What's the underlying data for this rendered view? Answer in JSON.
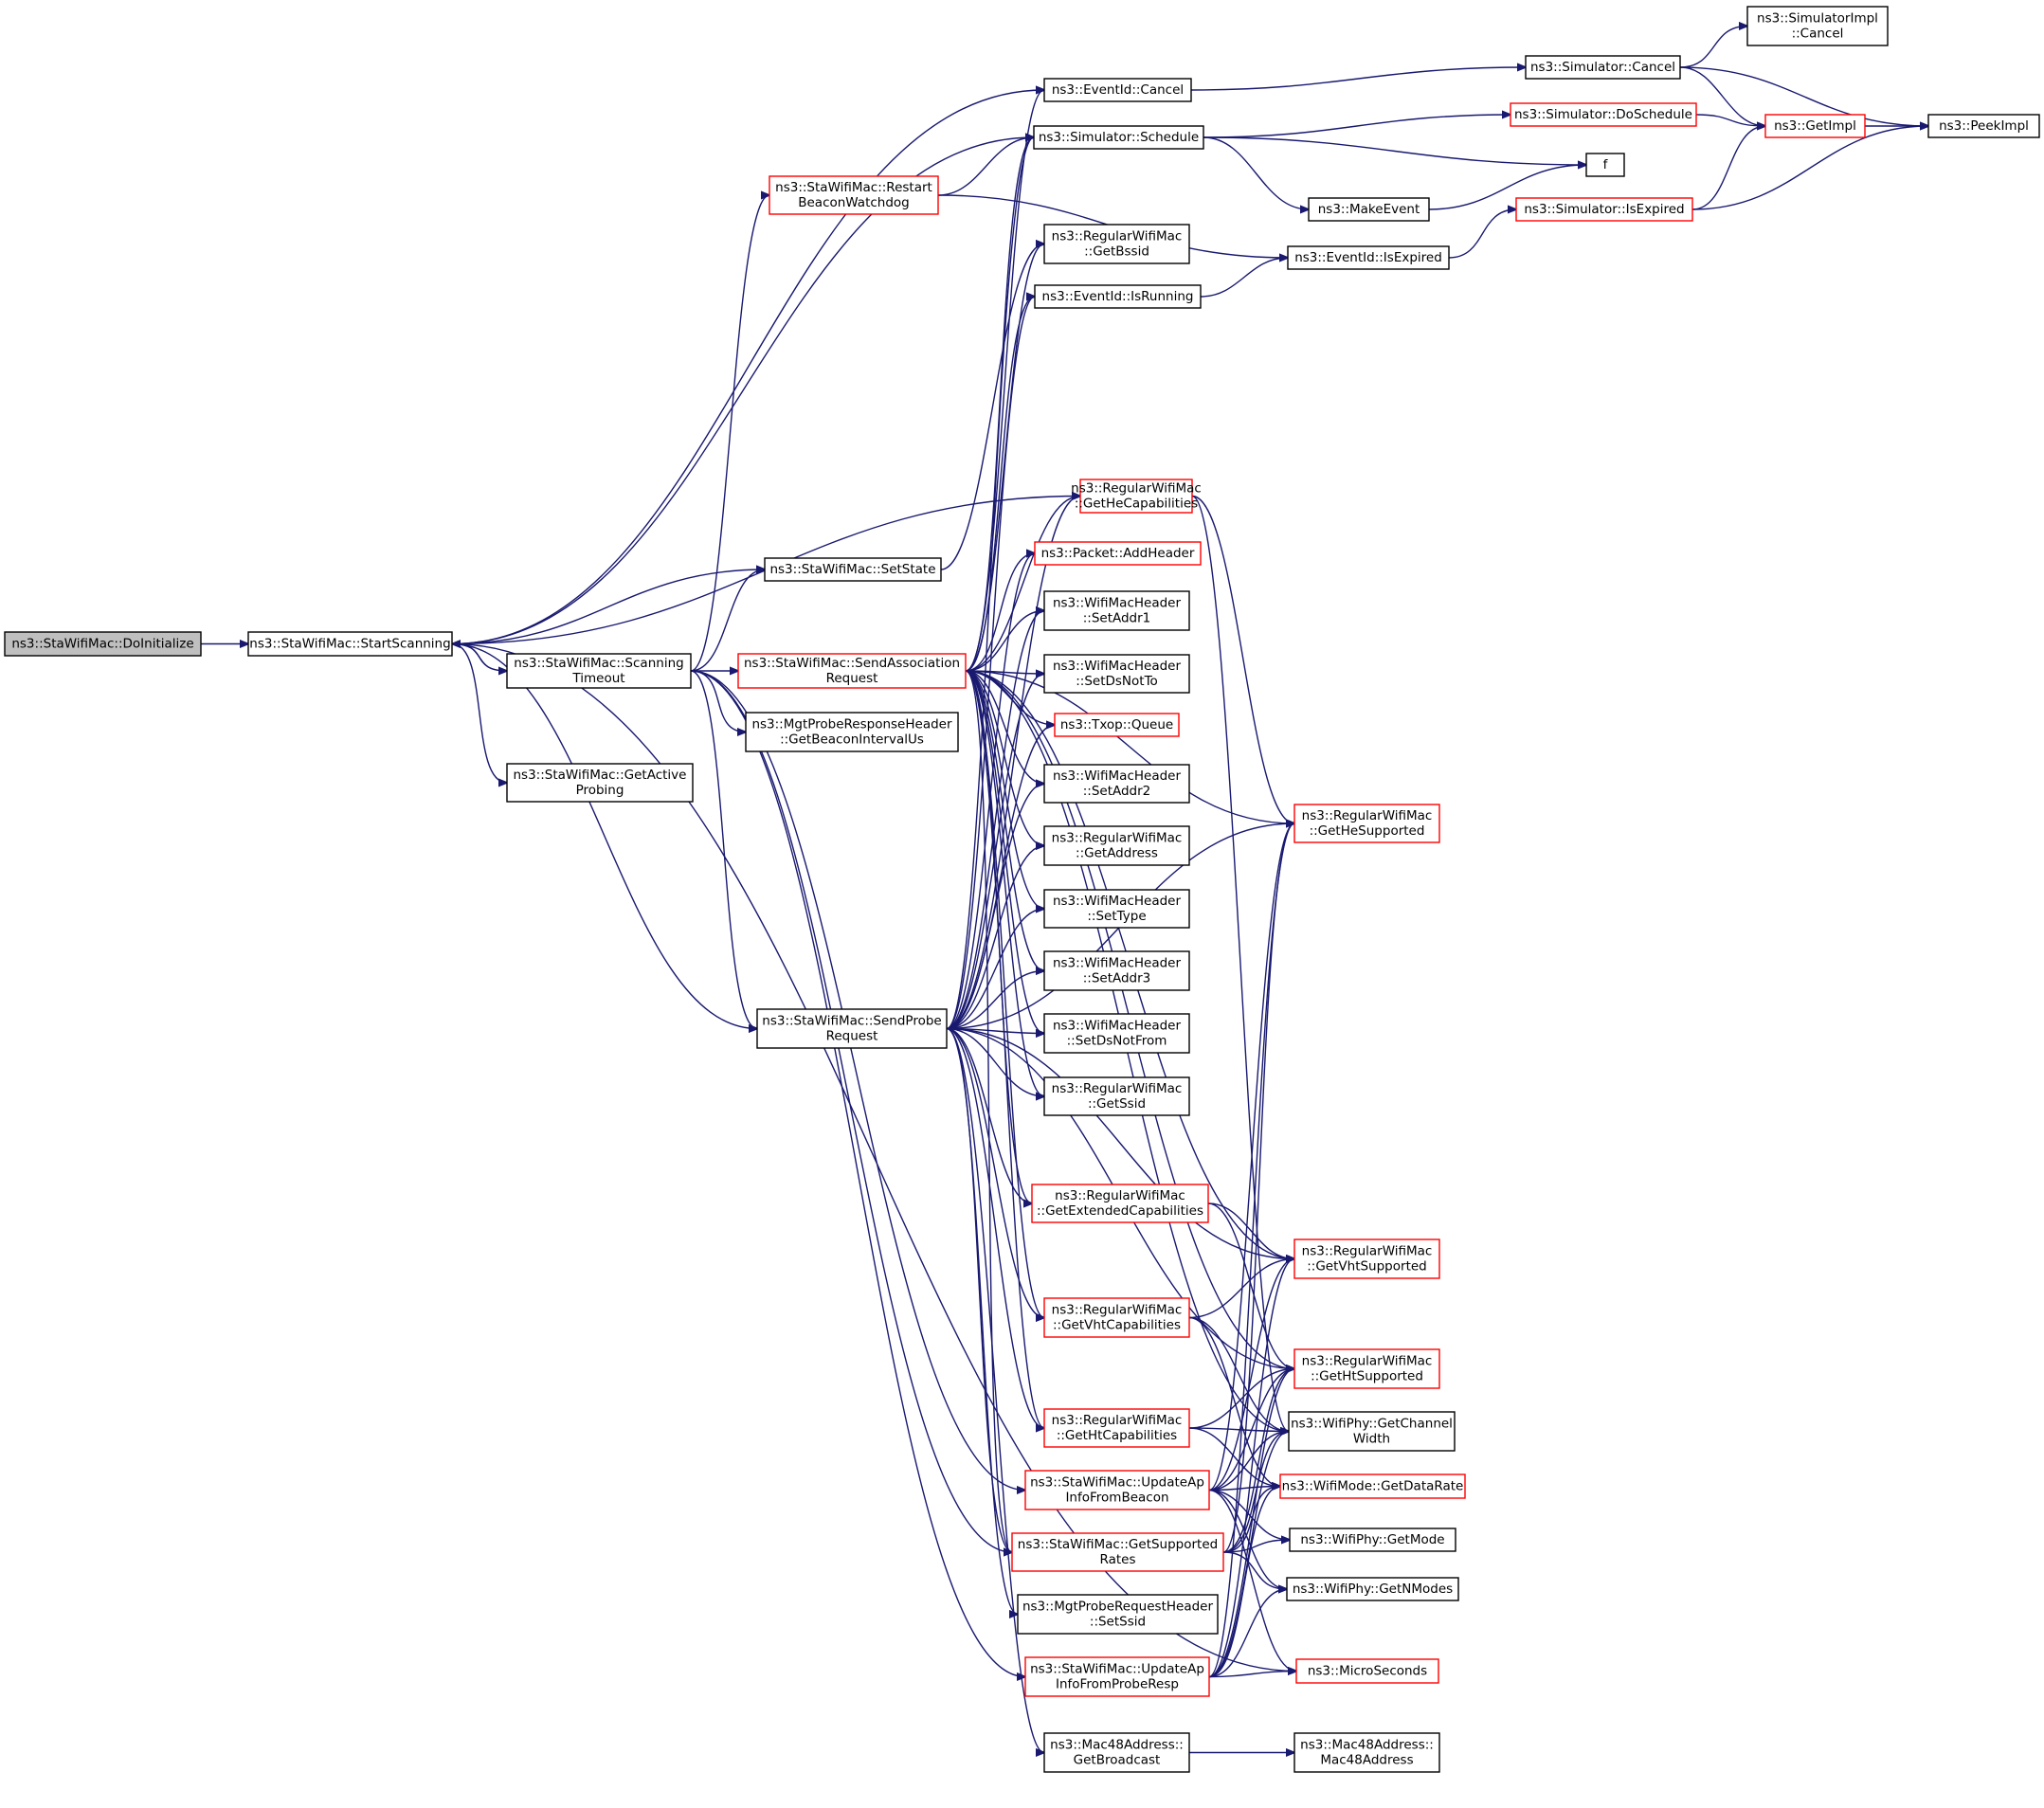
{
  "colors": {
    "edge": "#191970",
    "node_border": "#000000",
    "node_border_red": "#ff0000",
    "root_fill": "#bfbfbf",
    "background": "#ffffff"
  },
  "nodes": [
    {
      "id": "doinit",
      "lines": [
        "ns3::StaWifiMac::DoInitialize"
      ],
      "style": "root"
    },
    {
      "id": "start",
      "lines": [
        "ns3::StaWifiMac::StartScanning"
      ]
    },
    {
      "id": "scan",
      "lines": [
        "ns3::StaWifiMac::Scanning",
        "Timeout"
      ]
    },
    {
      "id": "getactive",
      "lines": [
        "ns3::StaWifiMac::GetActive",
        "Probing"
      ]
    },
    {
      "id": "restart",
      "lines": [
        "ns3::StaWifiMac::Restart",
        "BeaconWatchdog"
      ],
      "style": "red"
    },
    {
      "id": "setstate",
      "lines": [
        "ns3::StaWifiMac::SetState"
      ]
    },
    {
      "id": "sendassoc",
      "lines": [
        "ns3::StaWifiMac::SendAssociation",
        "Request"
      ],
      "style": "red"
    },
    {
      "id": "mgtbeacon",
      "lines": [
        "ns3::MgtProbeResponseHeader",
        "::GetBeaconIntervalUs"
      ]
    },
    {
      "id": "sendprobe",
      "lines": [
        "ns3::StaWifiMac::SendProbe",
        "Request"
      ]
    },
    {
      "id": "evcancel",
      "lines": [
        "ns3::EventId::Cancel"
      ]
    },
    {
      "id": "simsched",
      "lines": [
        "ns3::Simulator::Schedule"
      ]
    },
    {
      "id": "getbssid",
      "lines": [
        "ns3::RegularWifiMac",
        "::GetBssid"
      ]
    },
    {
      "id": "isrunning",
      "lines": [
        "ns3::EventId::IsRunning"
      ]
    },
    {
      "id": "gethecap",
      "lines": [
        "ns3::RegularWifiMac",
        "::GetHeCapabilities"
      ],
      "style": "red"
    },
    {
      "id": "addheader",
      "lines": [
        "ns3::Packet::AddHeader"
      ],
      "style": "red"
    },
    {
      "id": "setaddr1",
      "lines": [
        "ns3::WifiMacHeader",
        "::SetAddr1"
      ]
    },
    {
      "id": "setdsnotto",
      "lines": [
        "ns3::WifiMacHeader",
        "::SetDsNotTo"
      ]
    },
    {
      "id": "txopqueue",
      "lines": [
        "ns3::Txop::Queue"
      ],
      "style": "red"
    },
    {
      "id": "setaddr2",
      "lines": [
        "ns3::WifiMacHeader",
        "::SetAddr2"
      ]
    },
    {
      "id": "getaddress",
      "lines": [
        "ns3::RegularWifiMac",
        "::GetAddress"
      ]
    },
    {
      "id": "settype",
      "lines": [
        "ns3::WifiMacHeader",
        "::SetType"
      ]
    },
    {
      "id": "setaddr3",
      "lines": [
        "ns3::WifiMacHeader",
        "::SetAddr3"
      ]
    },
    {
      "id": "setdsnotfrom",
      "lines": [
        "ns3::WifiMacHeader",
        "::SetDsNotFrom"
      ]
    },
    {
      "id": "getssid",
      "lines": [
        "ns3::RegularWifiMac",
        "::GetSsid"
      ]
    },
    {
      "id": "getextcap",
      "lines": [
        "ns3::RegularWifiMac",
        "::GetExtendedCapabilities"
      ],
      "style": "red"
    },
    {
      "id": "getvhtcap",
      "lines": [
        "ns3::RegularWifiMac",
        "::GetVhtCapabilities"
      ],
      "style": "red"
    },
    {
      "id": "gethtcap",
      "lines": [
        "ns3::RegularWifiMac",
        "::GetHtCapabilities"
      ],
      "style": "red"
    },
    {
      "id": "updbeacon",
      "lines": [
        "ns3::StaWifiMac::UpdateAp",
        "InfoFromBeacon"
      ],
      "style": "red"
    },
    {
      "id": "getsuprates",
      "lines": [
        "ns3::StaWifiMac::GetSupported",
        "Rates"
      ],
      "style": "red"
    },
    {
      "id": "mgtsetssid",
      "lines": [
        "ns3::MgtProbeRequestHeader",
        "::SetSsid"
      ]
    },
    {
      "id": "updprobe",
      "lines": [
        "ns3::StaWifiMac::UpdateAp",
        "InfoFromProbeResp"
      ],
      "style": "red"
    },
    {
      "id": "getbcast",
      "lines": [
        "ns3::Mac48Address::",
        "GetBroadcast"
      ]
    },
    {
      "id": "simcancel",
      "lines": [
        "ns3::Simulator::Cancel"
      ]
    },
    {
      "id": "simdosched",
      "lines": [
        "ns3::Simulator::DoSchedule"
      ],
      "style": "red"
    },
    {
      "id": "makeevent",
      "lines": [
        "ns3::MakeEvent"
      ]
    },
    {
      "id": "isexpired",
      "lines": [
        "ns3::EventId::IsExpired"
      ]
    },
    {
      "id": "gethesup",
      "lines": [
        "ns3::RegularWifiMac",
        "::GetHeSupported"
      ],
      "style": "red"
    },
    {
      "id": "getvhtsup",
      "lines": [
        "ns3::RegularWifiMac",
        "::GetVhtSupported"
      ],
      "style": "red"
    },
    {
      "id": "gethtsup",
      "lines": [
        "ns3::RegularWifiMac",
        "::GetHtSupported"
      ],
      "style": "red"
    },
    {
      "id": "chanwidth",
      "lines": [
        "ns3::WifiPhy::GetChannel",
        "Width"
      ]
    },
    {
      "id": "getdatarate",
      "lines": [
        "ns3::WifiMode::GetDataRate"
      ],
      "style": "red"
    },
    {
      "id": "getmode",
      "lines": [
        "ns3::WifiPhy::GetMode"
      ]
    },
    {
      "id": "getnmodes",
      "lines": [
        "ns3::WifiPhy::GetNModes"
      ]
    },
    {
      "id": "microsec",
      "lines": [
        "ns3::MicroSeconds"
      ],
      "style": "red"
    },
    {
      "id": "mac48",
      "lines": [
        "ns3::Mac48Address::",
        "Mac48Address"
      ]
    },
    {
      "id": "simimplcancel",
      "lines": [
        "ns3::SimulatorImpl",
        "::Cancel"
      ]
    },
    {
      "id": "getimpl",
      "lines": [
        "ns3::GetImpl"
      ],
      "style": "red"
    },
    {
      "id": "f",
      "lines": [
        "f"
      ]
    },
    {
      "id": "simisexpired",
      "lines": [
        "ns3::Simulator::IsExpired"
      ],
      "style": "red"
    },
    {
      "id": "peekimpl",
      "lines": [
        "ns3::PeekImpl"
      ]
    }
  ],
  "edges": [
    [
      "doinit",
      "start"
    ],
    [
      "start",
      "scan"
    ],
    [
      "start",
      "getactive"
    ],
    [
      "start",
      "setstate"
    ],
    [
      "start",
      "evcancel"
    ],
    [
      "start",
      "simsched"
    ],
    [
      "start",
      "sendprobe"
    ],
    [
      "start",
      "microsec"
    ],
    [
      "start",
      "gethecap"
    ],
    [
      "scan",
      "start"
    ],
    [
      "scan",
      "restart"
    ],
    [
      "scan",
      "setstate"
    ],
    [
      "scan",
      "sendassoc"
    ],
    [
      "scan",
      "mgtbeacon"
    ],
    [
      "scan",
      "sendprobe"
    ],
    [
      "scan",
      "updbeacon"
    ],
    [
      "scan",
      "updprobe"
    ],
    [
      "scan",
      "getsuprates"
    ],
    [
      "restart",
      "simsched"
    ],
    [
      "restart",
      "isexpired"
    ],
    [
      "setstate",
      "getbssid"
    ],
    [
      "sendassoc",
      "evcancel"
    ],
    [
      "sendassoc",
      "simsched"
    ],
    [
      "sendassoc",
      "getbssid"
    ],
    [
      "sendassoc",
      "isrunning"
    ],
    [
      "sendassoc",
      "gethecap"
    ],
    [
      "sendassoc",
      "addheader"
    ],
    [
      "sendassoc",
      "setaddr1"
    ],
    [
      "sendassoc",
      "setdsnotto"
    ],
    [
      "sendassoc",
      "txopqueue"
    ],
    [
      "sendassoc",
      "setaddr2"
    ],
    [
      "sendassoc",
      "getaddress"
    ],
    [
      "sendassoc",
      "settype"
    ],
    [
      "sendassoc",
      "setaddr3"
    ],
    [
      "sendassoc",
      "setdsnotfrom"
    ],
    [
      "sendassoc",
      "getssid"
    ],
    [
      "sendassoc",
      "getextcap"
    ],
    [
      "sendassoc",
      "getvhtcap"
    ],
    [
      "sendassoc",
      "gethtcap"
    ],
    [
      "sendassoc",
      "getsuprates"
    ],
    [
      "sendassoc",
      "gethesup"
    ],
    [
      "sendassoc",
      "getvhtsup"
    ],
    [
      "sendassoc",
      "gethtsup"
    ],
    [
      "sendassoc",
      "chanwidth"
    ],
    [
      "sendprobe",
      "isrunning"
    ],
    [
      "sendprobe",
      "simsched"
    ],
    [
      "sendprobe",
      "gethecap"
    ],
    [
      "sendprobe",
      "addheader"
    ],
    [
      "sendprobe",
      "setaddr1"
    ],
    [
      "sendprobe",
      "setdsnotto"
    ],
    [
      "sendprobe",
      "txopqueue"
    ],
    [
      "sendprobe",
      "setaddr2"
    ],
    [
      "sendprobe",
      "getaddress"
    ],
    [
      "sendprobe",
      "settype"
    ],
    [
      "sendprobe",
      "setaddr3"
    ],
    [
      "sendprobe",
      "setdsnotfrom"
    ],
    [
      "sendprobe",
      "getssid"
    ],
    [
      "sendprobe",
      "getextcap"
    ],
    [
      "sendprobe",
      "getvhtcap"
    ],
    [
      "sendprobe",
      "gethtcap"
    ],
    [
      "sendprobe",
      "getsuprates"
    ],
    [
      "sendprobe",
      "mgtsetssid"
    ],
    [
      "sendprobe",
      "getbcast"
    ],
    [
      "sendprobe",
      "gethesup"
    ],
    [
      "sendprobe",
      "getvhtsup"
    ],
    [
      "sendprobe",
      "gethtsup"
    ],
    [
      "evcancel",
      "simcancel"
    ],
    [
      "simsched",
      "simdosched"
    ],
    [
      "simsched",
      "makeevent"
    ],
    [
      "simsched",
      "f"
    ],
    [
      "isrunning",
      "isexpired"
    ],
    [
      "gethecap",
      "gethesup"
    ],
    [
      "gethecap",
      "chanwidth"
    ],
    [
      "getextcap",
      "getvhtsup"
    ],
    [
      "getextcap",
      "gethtsup"
    ],
    [
      "getvhtcap",
      "getvhtsup"
    ],
    [
      "getvhtcap",
      "chanwidth"
    ],
    [
      "getvhtcap",
      "getdatarate"
    ],
    [
      "gethtcap",
      "gethtsup"
    ],
    [
      "gethtcap",
      "chanwidth"
    ],
    [
      "gethtcap",
      "getdatarate"
    ],
    [
      "updbeacon",
      "gethesup"
    ],
    [
      "updbeacon",
      "getvhtsup"
    ],
    [
      "updbeacon",
      "gethtsup"
    ],
    [
      "updbeacon",
      "chanwidth"
    ],
    [
      "updbeacon",
      "getdatarate"
    ],
    [
      "updbeacon",
      "getmode"
    ],
    [
      "updbeacon",
      "getnmodes"
    ],
    [
      "updbeacon",
      "microsec"
    ],
    [
      "getsuprates",
      "gethtsup"
    ],
    [
      "getsuprates",
      "chanwidth"
    ],
    [
      "getsuprates",
      "getdatarate"
    ],
    [
      "getsuprates",
      "getmode"
    ],
    [
      "getsuprates",
      "getnmodes"
    ],
    [
      "getsuprates",
      "gethesup"
    ],
    [
      "updprobe",
      "gethesup"
    ],
    [
      "updprobe",
      "getvhtsup"
    ],
    [
      "updprobe",
      "gethtsup"
    ],
    [
      "updprobe",
      "chanwidth"
    ],
    [
      "updprobe",
      "getdatarate"
    ],
    [
      "updprobe",
      "getnmodes"
    ],
    [
      "updprobe",
      "microsec"
    ],
    [
      "getbcast",
      "mac48"
    ],
    [
      "simcancel",
      "simimplcancel"
    ],
    [
      "simcancel",
      "getimpl"
    ],
    [
      "simcancel",
      "peekimpl"
    ],
    [
      "simdosched",
      "getimpl"
    ],
    [
      "makeevent",
      "f"
    ],
    [
      "isexpired",
      "simisexpired"
    ],
    [
      "simisexpired",
      "getimpl"
    ],
    [
      "simisexpired",
      "peekimpl"
    ],
    [
      "getimpl",
      "peekimpl"
    ]
  ]
}
